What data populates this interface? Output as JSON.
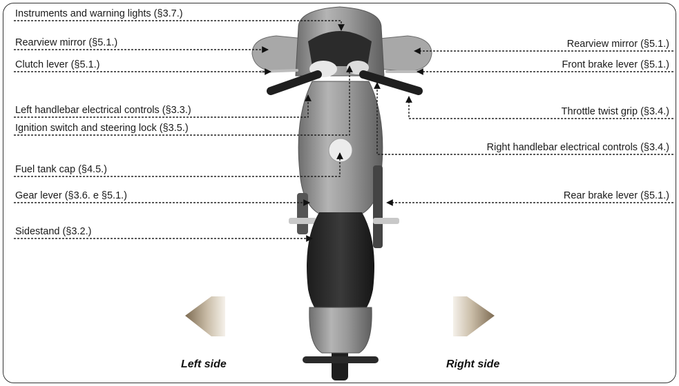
{
  "labels": {
    "instruments": "Instruments and warning lights (§3.7.)",
    "mirror_left": "Rearview mirror (§5.1.)",
    "mirror_right": "Rearview mirror (§5.1.)",
    "clutch": "Clutch lever (§5.1.)",
    "front_brake": "Front brake lever (§5.1.)",
    "left_controls": "Left handlebar electrical controls (§3.3.)",
    "throttle": "Throttle twist grip (§3.4.)",
    "ignition": "Ignition switch and steering lock (§3.5.)",
    "right_controls": "Right handlebar electrical controls (§3.4.)",
    "fuel_cap": "Fuel tank cap (§4.5.)",
    "gear_lever": "Gear lever (§3.6. e §5.1.)",
    "rear_brake": "Rear brake lever (§5.1.)",
    "sidestand": "Sidestand (§3.2.)"
  },
  "sides": {
    "left": "Left side",
    "right": "Right side"
  },
  "colors": {
    "leader": "#222222",
    "body_grey": "#9a9a9a",
    "arrow_dark": "#8c7a60",
    "arrow_light": "#f2ede4"
  }
}
